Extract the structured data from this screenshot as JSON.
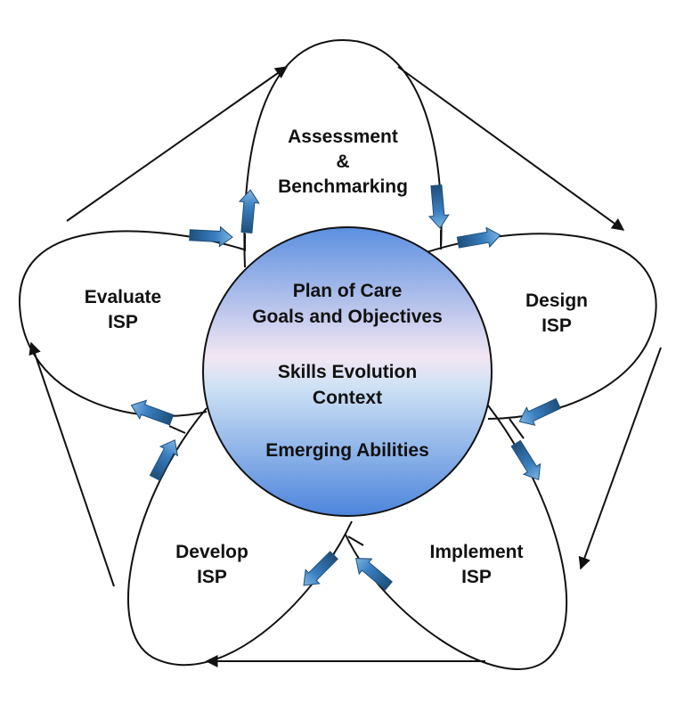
{
  "phases": {
    "assessment": {
      "line1": "Assessment",
      "line2": "&",
      "line3": "Benchmarking"
    },
    "design": {
      "line1": "Design",
      "line2": "ISP"
    },
    "implement": {
      "line1": "Implement",
      "line2": "ISP"
    },
    "develop": {
      "line1": "Develop",
      "line2": "ISP"
    },
    "evaluate": {
      "line1": "Evaluate",
      "line2": "ISP"
    }
  },
  "center": {
    "line1": "Plan of Care",
    "line2": "Goals and Objectives",
    "line3": "Skills Evolution",
    "line4": "Context",
    "line5": "Emerging Abilities"
  },
  "colors": {
    "outline": "#111111",
    "circle_top": "#5b8fe0",
    "circle_mid": "#f3e6f3",
    "circle_bottom": "#4d85dc",
    "arrow_fill": "#3a7ec0",
    "arrow_dark": "#1e4f7a"
  }
}
